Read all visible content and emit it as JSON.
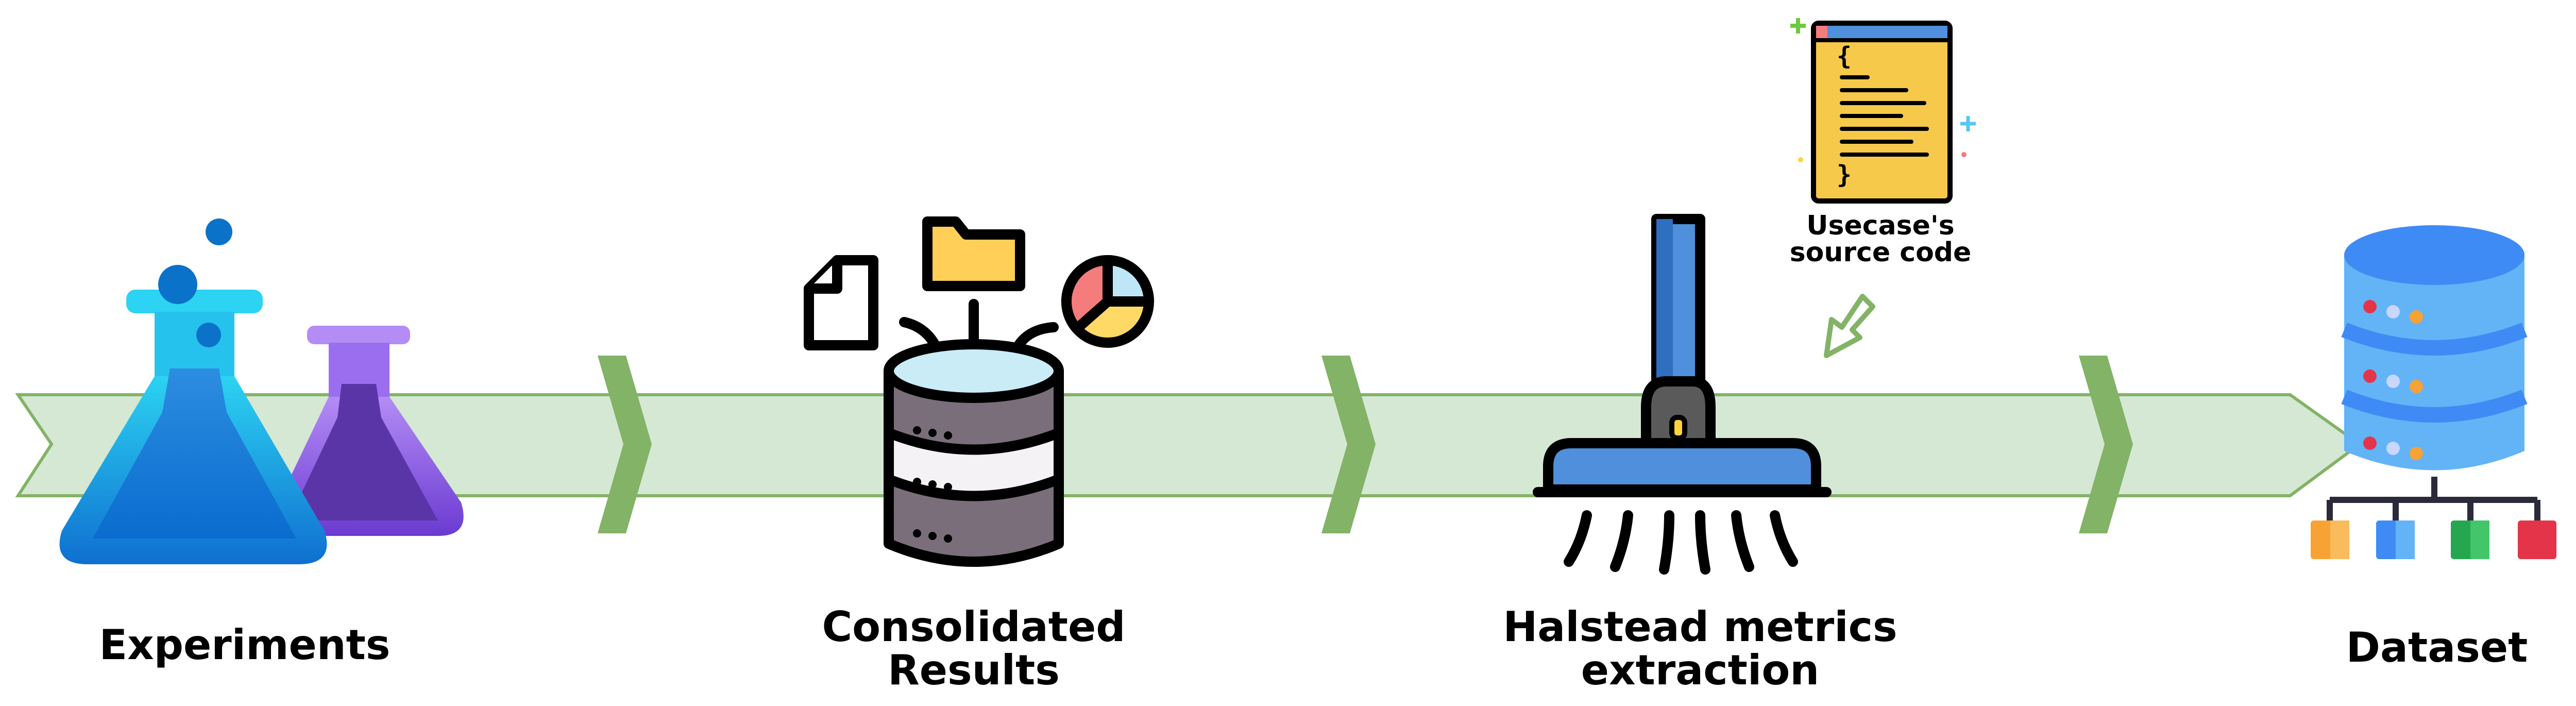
{
  "stages": [
    {
      "id": "experiments",
      "label": "Experiments",
      "icon": "flask-icon"
    },
    {
      "id": "consolidated",
      "label": "Consolidated\nResults",
      "icon": "database-documents-icon"
    },
    {
      "id": "halstead",
      "label": "Halstead metrics\nextraction",
      "icon": "vacuum-extractor-icon"
    },
    {
      "id": "dataset",
      "label": "Dataset",
      "icon": "database-tree-icon"
    }
  ],
  "source": {
    "label": "Usecase's\nsource code",
    "icon": "code-file-icon"
  },
  "colors": {
    "band_fill": "#d5e8d4",
    "band_stroke": "#82b366",
    "chevron": "#82b366",
    "flask_blue": "#1a8fdc",
    "flask_purple": "#7a4fd6",
    "db_gray": "#7a6e7a",
    "db_top": "#c9ecf7",
    "vacuum_blue": "#4f8fdb",
    "code_yellow": "#f7c94a",
    "dataset_blue": "#3f8bf5"
  }
}
